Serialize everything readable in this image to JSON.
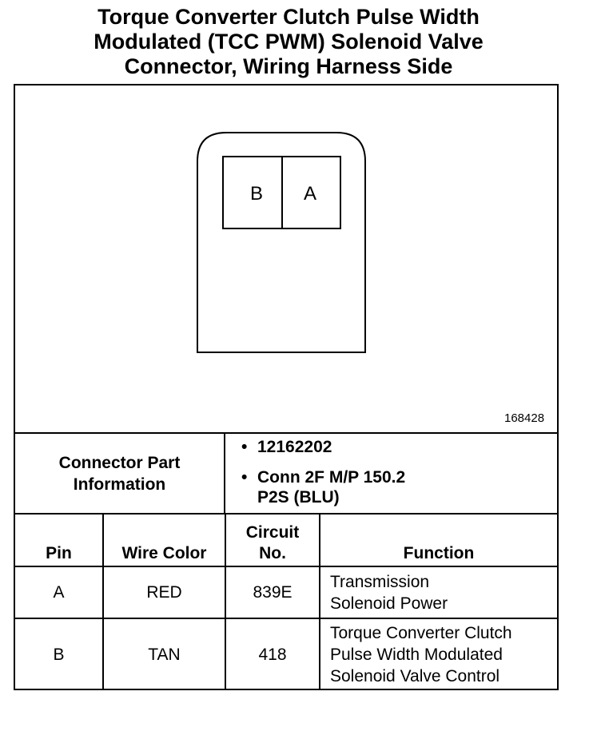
{
  "title": {
    "line1": "Torque Converter Clutch Pulse Width",
    "line2": "Modulated (TCC PWM) Solenoid Valve",
    "line3": "Connector, Wiring Harness Side"
  },
  "diagram": {
    "pin_left_label": "B",
    "pin_right_label": "A",
    "figure_number": "168428"
  },
  "connector_info": {
    "label_line1": "Connector Part",
    "label_line2": "Information",
    "bullet_symbol": "•",
    "item1": "12162202",
    "item2_line1": "Conn 2F M/P 150.2",
    "item2_line2": "P2S (BLU)"
  },
  "table": {
    "headers": {
      "pin": "Pin",
      "wire_color": "Wire Color",
      "circuit_line1": "Circuit",
      "circuit_line2": "No.",
      "function": "Function"
    },
    "rows": [
      {
        "pin": "A",
        "wire_color": "RED",
        "circuit": "839E",
        "function_lines": [
          "Transmission",
          "Solenoid Power"
        ]
      },
      {
        "pin": "B",
        "wire_color": "TAN",
        "circuit": "418",
        "function_lines": [
          "Torque Converter Clutch",
          "Pulse Width Modulated",
          "Solenoid Valve Control"
        ]
      }
    ]
  }
}
